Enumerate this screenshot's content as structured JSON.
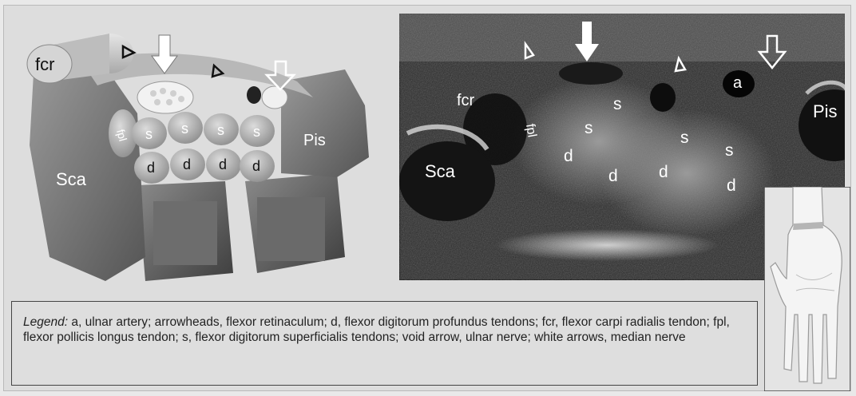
{
  "diagram": {
    "labels": {
      "fcr": "fcr",
      "sca": "Sca",
      "pis": "Pis",
      "fpl": "fpl",
      "s": "s",
      "d": "d"
    }
  },
  "ultrasound": {
    "labels": {
      "fcr": "fcr",
      "sca": "Sca",
      "pis": "Pis",
      "fpl": "fpl",
      "a": "a",
      "s": "s",
      "d": "d"
    }
  },
  "legend": {
    "title": "Legend:",
    "text": "a, ulnar artery; arrowheads, flexor retinaculum; d, flexor digitorum profundus tendons; fcr, flexor carpi radialis tendon; fpl, flexor pollicis longus tendon; s, flexor digitorum superficialis tendons; void arrow, ulnar nerve; white arrows, median nerve"
  }
}
